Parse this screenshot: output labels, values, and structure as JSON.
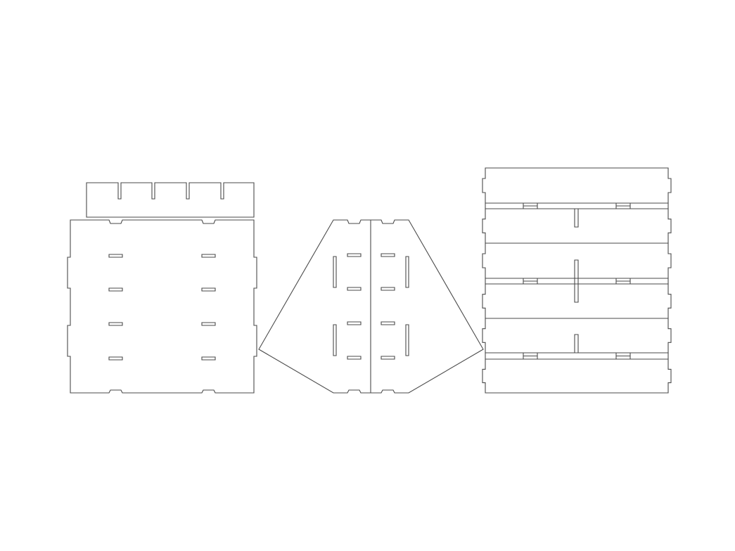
{
  "drawing": {
    "background_color": "#ffffff",
    "line_color": "#4a4a4a",
    "parts": [
      {
        "name": "slotted-strip",
        "slots": 4
      },
      {
        "name": "square-panel",
        "slots_per_column": 4,
        "columns": 2
      },
      {
        "name": "hexagonal-panel",
        "halves": 2
      },
      {
        "name": "stacked-planks",
        "planks": 6
      }
    ]
  }
}
